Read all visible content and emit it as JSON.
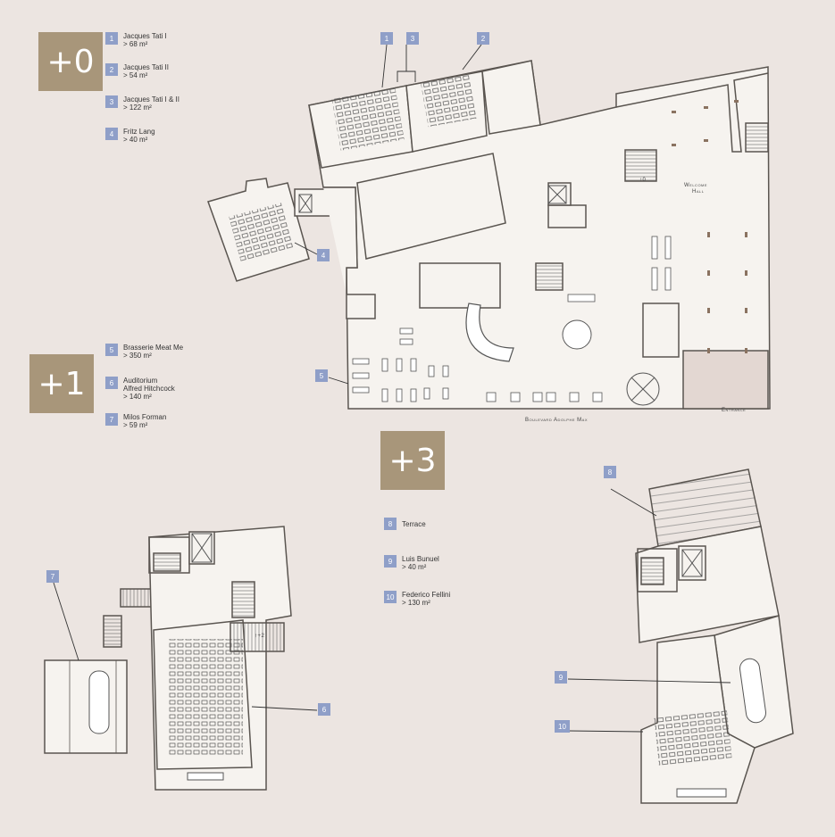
{
  "floors": [
    {
      "badge": "+0",
      "rooms": [
        {
          "num": "1",
          "name": "Jacques Tati I",
          "area": "> 68 m²"
        },
        {
          "num": "2",
          "name": "Jacques Tati II",
          "area": "> 54 m²"
        },
        {
          "num": "3",
          "name": "Jacques Tati I & II",
          "area": "> 122 m²"
        },
        {
          "num": "4",
          "name": "Fritz Lang",
          "area": "> 40 m²"
        }
      ]
    },
    {
      "badge": "+1",
      "rooms": [
        {
          "num": "5",
          "name": "Brasserie Meat Me",
          "area": "> 350 m²"
        },
        {
          "num": "6",
          "name": "Auditorium",
          "name2": "Alfred Hitchcock",
          "area": "> 140 m²"
        },
        {
          "num": "7",
          "name": "Milos Forman",
          "area": "> 59 m²"
        }
      ]
    },
    {
      "badge": "+3",
      "rooms": [
        {
          "num": "8",
          "name": "Terrace",
          "area": ""
        },
        {
          "num": "9",
          "name": "Luis Bunuel",
          "area": "> 40 m²"
        },
        {
          "num": "10",
          "name": "Federico Fellini",
          "area": "> 130 m²"
        }
      ]
    }
  ],
  "plan_labels": {
    "welcome": "Welcome",
    "hall": "Hall",
    "boulevard": "Boulevard Adolphe Max",
    "entrance": "Entrance",
    "arrow_ground": "↑0",
    "arrow_up": "↑+2"
  },
  "colors": {
    "badge": "#a8967a",
    "marker": "#8f9fc8",
    "background": "#ece5e1",
    "wall": "#5a5550",
    "floor": "#f6f3ef"
  }
}
